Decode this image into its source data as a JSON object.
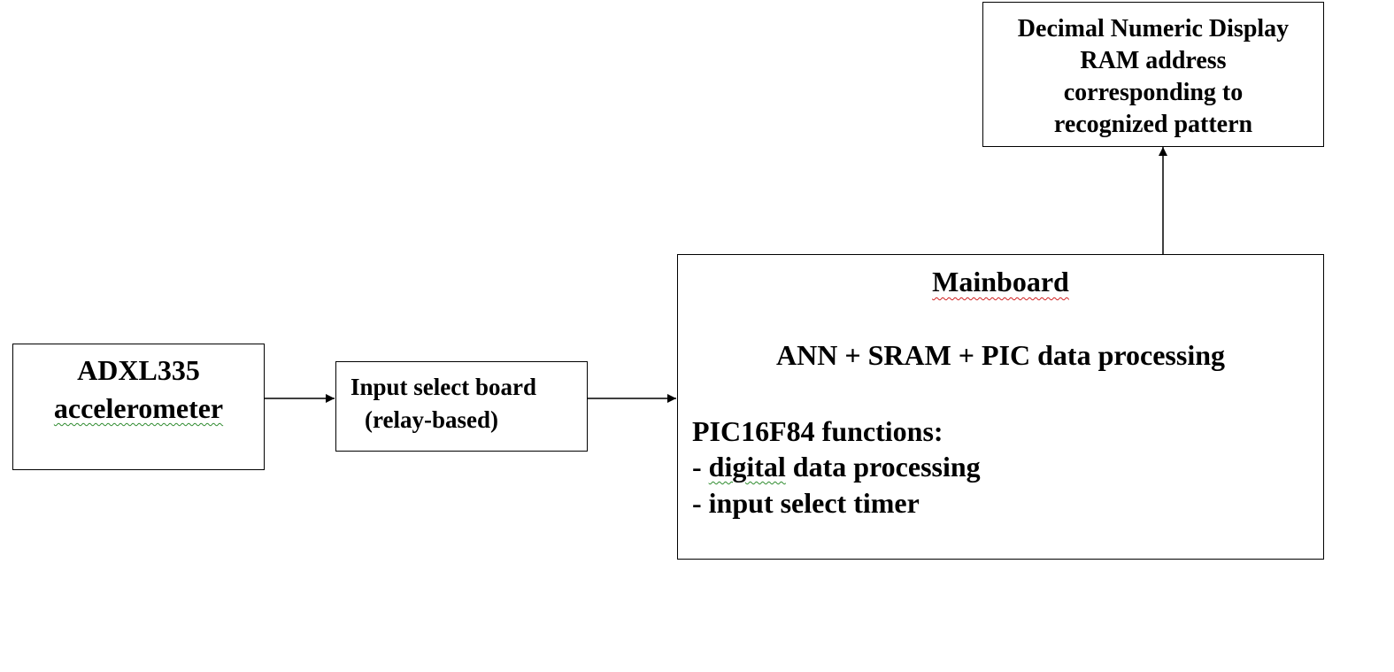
{
  "diagram": {
    "accelerometer": {
      "line1": "ADXL335",
      "line2": "accelerometer"
    },
    "input_select": {
      "line1": "Input select board",
      "line2": "(relay-based)"
    },
    "mainboard": {
      "title": "Mainboard",
      "summary": "ANN + SRAM + PIC data processing",
      "functions_heading": "PIC16F84 functions:",
      "function1_prefix": "- ",
      "function1_word": "digital",
      "function1_rest": " data processing",
      "function2": "- input select timer"
    },
    "display": {
      "line1": "Decimal Numeric Display",
      "line2": "RAM address",
      "line3": "corresponding to",
      "line4": "recognized pattern"
    },
    "colors": {
      "stroke": "#000000",
      "spellcheck_green": "#2e8b2e",
      "spellcheck_red": "#d02020"
    }
  }
}
